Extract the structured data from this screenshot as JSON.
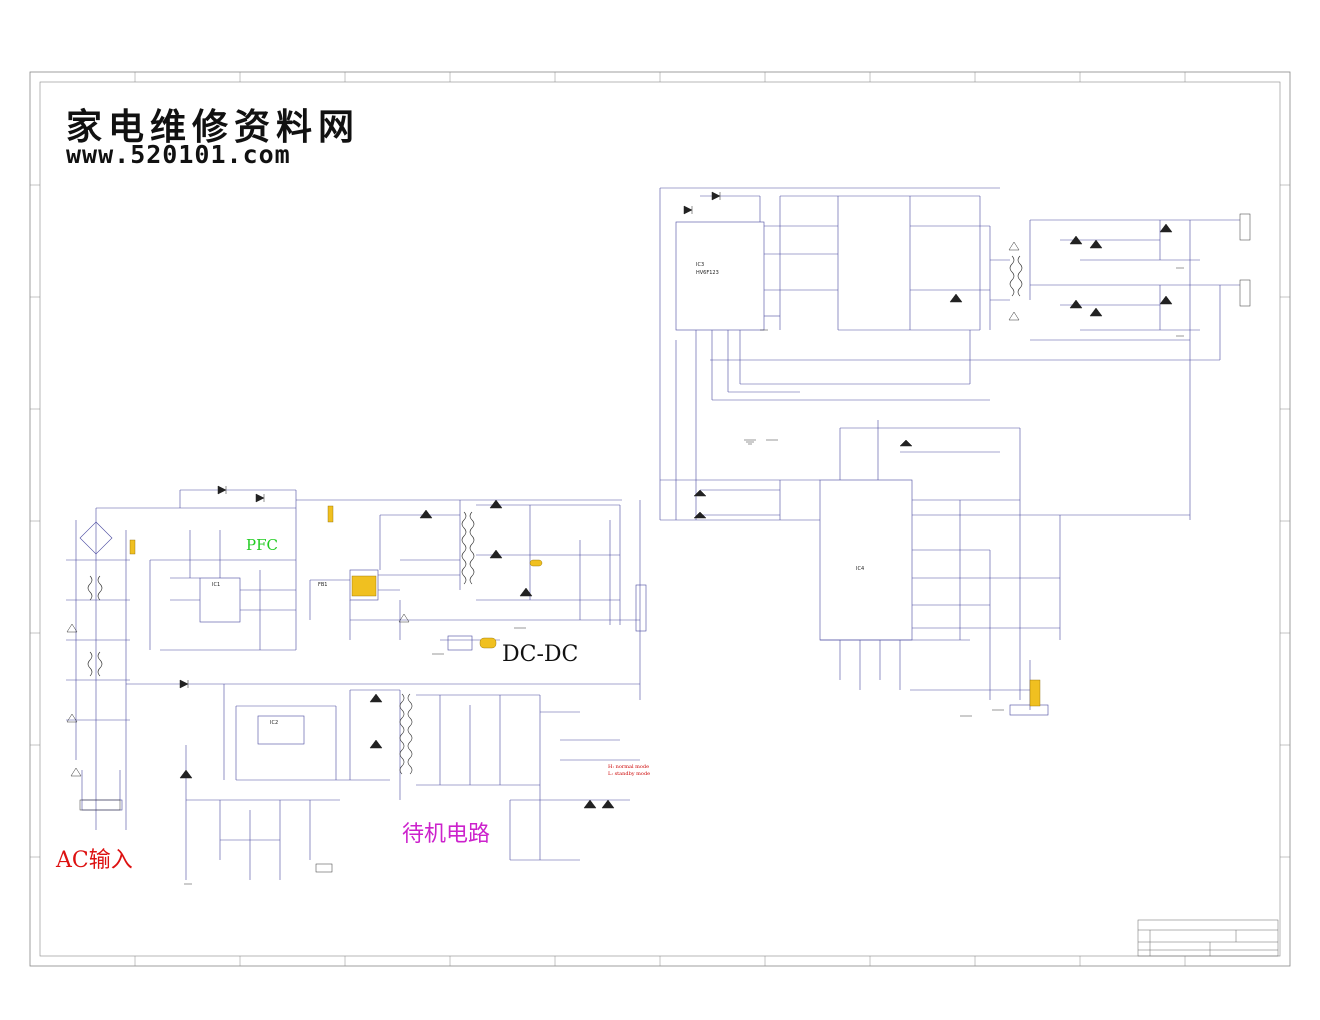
{
  "logo": {
    "title": "家电维修资料网",
    "url": "www.520101.com"
  },
  "sections": {
    "pfc": "PFC",
    "dcdc": "DC-DC",
    "standby": "待机电路",
    "ac_input": "AC输入"
  },
  "ics": {
    "ic3": "IC3",
    "ic3_part": "HV6F123",
    "ic4": "IC4",
    "ic1": "IC1",
    "fb1": "FB1",
    "ic2": "IC2"
  },
  "notes": {
    "normal": "H: normal mode",
    "standby": "L: standby mode"
  },
  "colors": {
    "wire": "#4a4aa0",
    "pfc": "#22cc22",
    "standby": "#cc22cc",
    "ac": "#dd1111",
    "highlight": "#f0c020"
  }
}
